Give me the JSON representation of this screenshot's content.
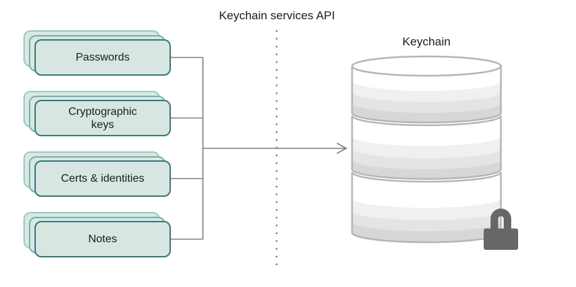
{
  "labels": {
    "api_title": "Keychain services API",
    "db_title": "Keychain"
  },
  "cards": [
    {
      "label": "Passwords"
    },
    {
      "label": "Cryptographic keys"
    },
    {
      "label": "Certs & identities"
    },
    {
      "label": "Notes"
    }
  ],
  "icons": {
    "lock": "lock-icon",
    "database": "database-icon",
    "arrow": "arrow-right-icon"
  },
  "colors": {
    "card_fill": "#d7e6e1",
    "card_border_front": "#37797b",
    "card_border_mid": "#74b2ac",
    "card_border_back": "#9bc9c2",
    "connector_line": "#7e7e7e",
    "dotted_line": "#6c6c6c",
    "db_stroke": "#b5b5b7",
    "db_band_1": "#ffffff",
    "db_band_2": "#f0f0f1",
    "db_band_3": "#e4e4e5",
    "db_band_4": "#d7d7d8",
    "lock": "#676767",
    "text": "#1c1c1e"
  }
}
